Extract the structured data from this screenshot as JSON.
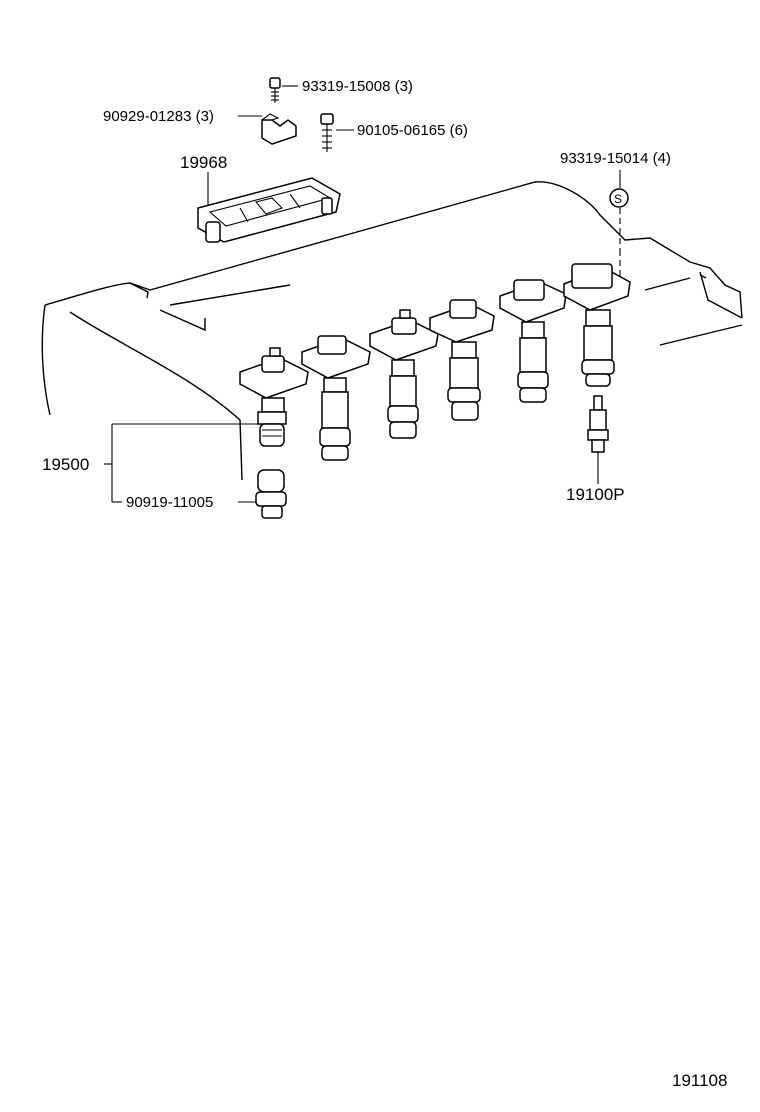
{
  "labels": {
    "bolt_top": "93319-15008 (3)",
    "bracket": "90929-01283 (3)",
    "bolt_mid": "90105-06165 (6)",
    "cover": "19968",
    "stud_right": "93319-15014 (4)",
    "coil_assy": "19500",
    "boot": "90919-11005",
    "plug": "19100P",
    "diagram_no": "191108",
    "symbol_s": "S"
  },
  "colors": {
    "line": "#000000",
    "background": "#ffffff"
  }
}
